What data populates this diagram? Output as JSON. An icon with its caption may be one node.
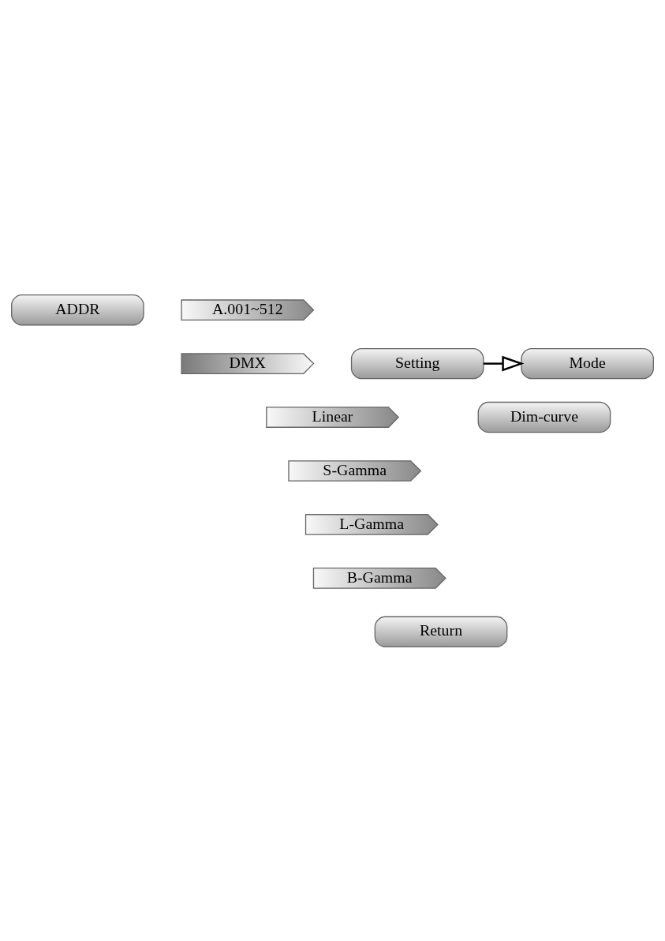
{
  "diagram": {
    "nodes": [
      {
        "text": [
          "ADDR"
        ]
      },
      {
        "text": [
          "A.001~512"
        ]
      },
      {
        "text": [
          "Setting"
        ]
      },
      {
        "text": [
          "Mode"
        ]
      },
      {
        "text": [
          "DMX"
        ]
      },
      {
        "text": [
          "Dim-curve"
        ]
      },
      {
        "text": [
          "Linear"
        ]
      },
      {
        "text": [
          "S-Gamma"
        ]
      },
      {
        "text": [
          "L-Gamma"
        ]
      },
      {
        "text": [
          "B-Gamma"
        ]
      },
      {
        "text": [
          "Return"
        ]
      }
    ],
    "edges": [
      {
        "from": 2,
        "to": 3,
        "arrow": "to"
      }
    ]
  }
}
